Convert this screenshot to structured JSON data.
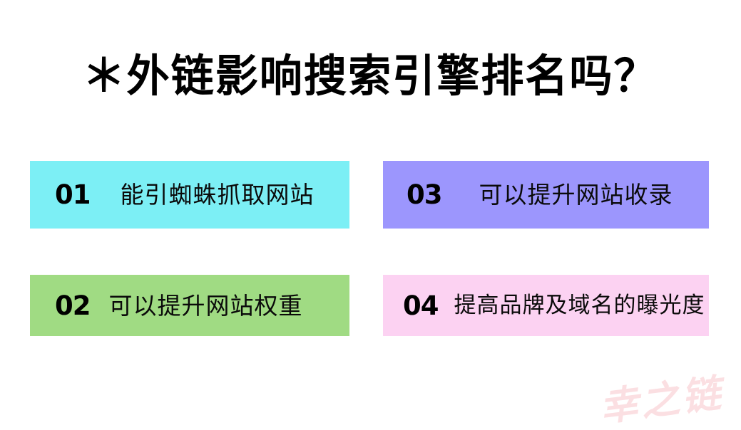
{
  "poster": {
    "background_color": "#FFFFFF",
    "title": "＊外链影响搜索引擎排名吗？",
    "title_color": "#000000",
    "watermark": "幸之链",
    "watermark_color": "#FBDFE2"
  },
  "cards": [
    {
      "number": "01",
      "label": "能引蜘蛛抓取网站",
      "color": "#7CEFF5",
      "position": "top-left"
    },
    {
      "number": "02",
      "label": "可以提升网站权重",
      "color": "#A0DB83",
      "position": "bottom-left"
    },
    {
      "number": "03",
      "label": "可以提升网站收录",
      "color": "#9C96FD",
      "position": "top-right"
    },
    {
      "number": "04",
      "label": "提高品牌及域名的曝光度",
      "color": "#FCD2F2",
      "position": "bottom-right"
    }
  ]
}
